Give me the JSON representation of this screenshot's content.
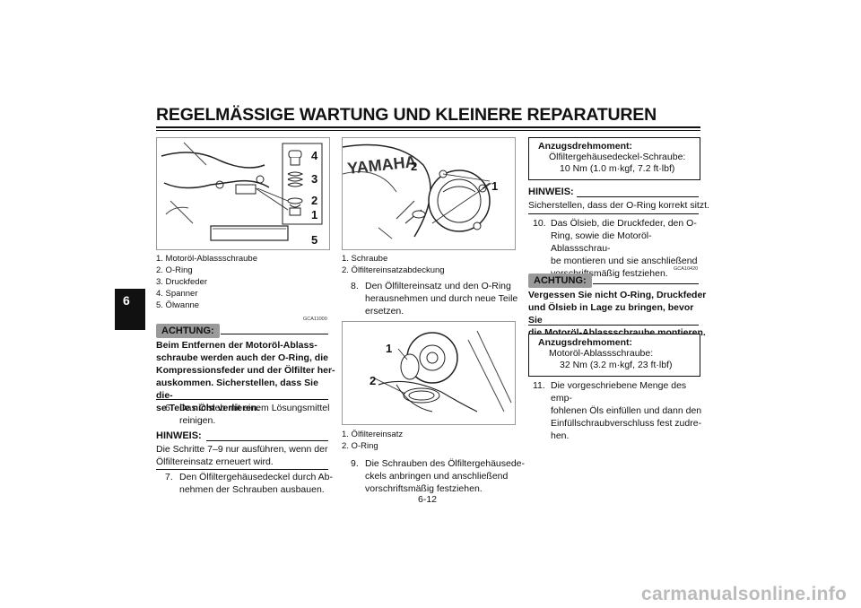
{
  "page_title": "REGELMÄSSIGE WARTUNG UND KLEINERE REPARATUREN",
  "chapter": "6",
  "col1": {
    "figure_callouts": [
      "4",
      "3",
      "2",
      "1",
      "5"
    ],
    "captions": [
      "1. Motoröl-Ablassschraube",
      "2. O-Ring",
      "3. Druckfeder",
      "4. Spanner",
      "5. Ölwanne"
    ],
    "code": "GCA11000",
    "warning_label": "ACHTUNG:",
    "warning_lines": [
      "Beim Entfernen der Motoröl-Ablass-",
      "schraube werden auch der O-Ring, die",
      "Kompressionsfeder und der Ölfilter her-",
      "auskommen. Sicherstellen, dass Sie die-",
      "se Teile nicht verlieren."
    ],
    "step6": {
      "num": "6.",
      "lines": [
        "Das Ölsieb mit einem Lösungsmittel",
        "reinigen."
      ]
    },
    "hinweis_label": "HINWEIS:",
    "hinweis_lines": [
      "Die Schritte 7–9 nur ausführen, wenn der",
      "Ölfiltereinsatz erneuert wird."
    ],
    "step7": {
      "num": "7.",
      "lines": [
        "Den Ölfiltergehäusedeckel durch Ab-",
        "nehmen der Schrauben ausbauen."
      ]
    }
  },
  "col2": {
    "figure1_brand": "YAMAHA",
    "figure1_callouts": [
      "2",
      "1"
    ],
    "captions1": [
      "1. Schraube",
      "2. Ölfiltereinsatzabdeckung"
    ],
    "step8": {
      "num": "8.",
      "lines": [
        "Den Ölfiltereinsatz und den O-Ring",
        "herausnehmen und durch neue Teile",
        "ersetzen."
      ]
    },
    "figure2_callouts": [
      "1",
      "2"
    ],
    "captions2": [
      "1. Ölfiltereinsatz",
      "2. O-Ring"
    ],
    "step9": {
      "num": "9.",
      "lines": [
        "Die Schrauben des Ölfiltergehäusede-",
        "ckels anbringen und anschließend",
        "vorschriftsmäßig festziehen."
      ]
    }
  },
  "col3": {
    "box1": {
      "title": "Anzugsdrehmoment:",
      "line1": "Ölfiltergehäusedeckel-Schraube:",
      "line2": "10 Nm (1.0 m·kgf, 7.2 ft·lbf)"
    },
    "hinweis_label": "HINWEIS:",
    "hinweis_text": "Sicherstellen, dass der O-Ring korrekt sitzt.",
    "step10": {
      "num": "10.",
      "lines": [
        "Das Ölsieb, die Druckfeder, den O-",
        "Ring, sowie die Motoröl-Ablassschrau-",
        "be montieren und sie anschließend",
        "vorschriftsmäßig festziehen."
      ]
    },
    "code": "GCA10420",
    "warning_label": "ACHTUNG:",
    "warning_lines": [
      "Vergessen Sie nicht O-Ring, Druckfeder",
      "und Ölsieb in Lage zu bringen, bevor Sie",
      "die Motoröl-Ablassschraube montieren."
    ],
    "box2": {
      "title": "Anzugsdrehmoment:",
      "line1": "Motoröl-Ablassschraube:",
      "line2": "32 Nm (3.2 m·kgf, 23 ft·lbf)"
    },
    "step11": {
      "num": "11.",
      "lines": [
        "Die vorgeschriebene Menge des emp-",
        "fohlenen Öls einfüllen und dann den",
        "Einfüllschraubverschluss fest zudre-",
        "hen."
      ]
    }
  },
  "page_number": "6-12",
  "watermark": "carmanualsonline.info"
}
